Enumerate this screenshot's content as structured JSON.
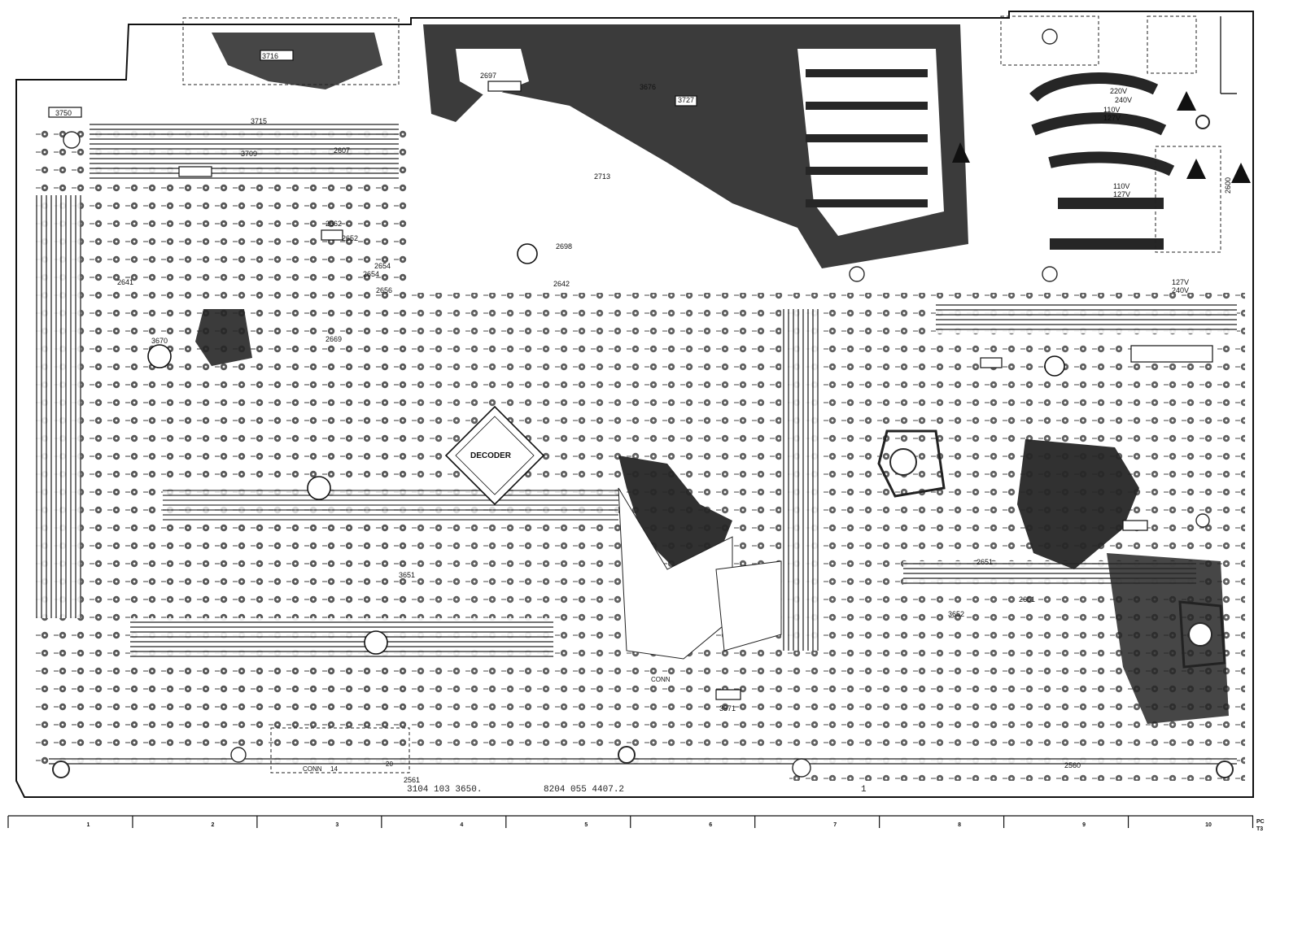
{
  "board": {
    "footer_code_left": "3104 103 3650.",
    "footer_code_right": "8204 055 4407.2",
    "footer_sheet": "1",
    "decoder_label": "DECODER",
    "corner_mark": "PC",
    "corner_mark_2": "T3"
  },
  "component_labels": [
    "3750",
    "3716",
    "3715",
    "3709",
    "2697",
    "3676",
    "3727",
    "2713",
    "2652",
    "2662",
    "2698",
    "2642",
    "2654",
    "2656",
    "2669",
    "2641",
    "3670",
    "3571",
    "2560",
    "2651",
    "3651",
    "3652",
    "2561",
    "2661",
    "2607",
    "2654"
  ],
  "voltage_labels": {
    "v1": "220V",
    "v2": "240V",
    "v3": "110V",
    "v4": "127V",
    "v5": "110V",
    "v6": "127V",
    "v7": "127V",
    "v8": "240V",
    "fuse_label": "2600"
  },
  "connector_labels": {
    "conn_bottom_left": "CONN",
    "conn_bottom_left_pin": "14",
    "conn_bottom_mid": "CONN",
    "pin_20": "20"
  },
  "scale_ruler": {
    "ticks": [
      "1",
      "2",
      "3",
      "4",
      "5",
      "6",
      "7",
      "8",
      "9",
      "10"
    ]
  },
  "colors": {
    "copper": "#262626",
    "background": "#ffffff",
    "outline": "#111111"
  }
}
